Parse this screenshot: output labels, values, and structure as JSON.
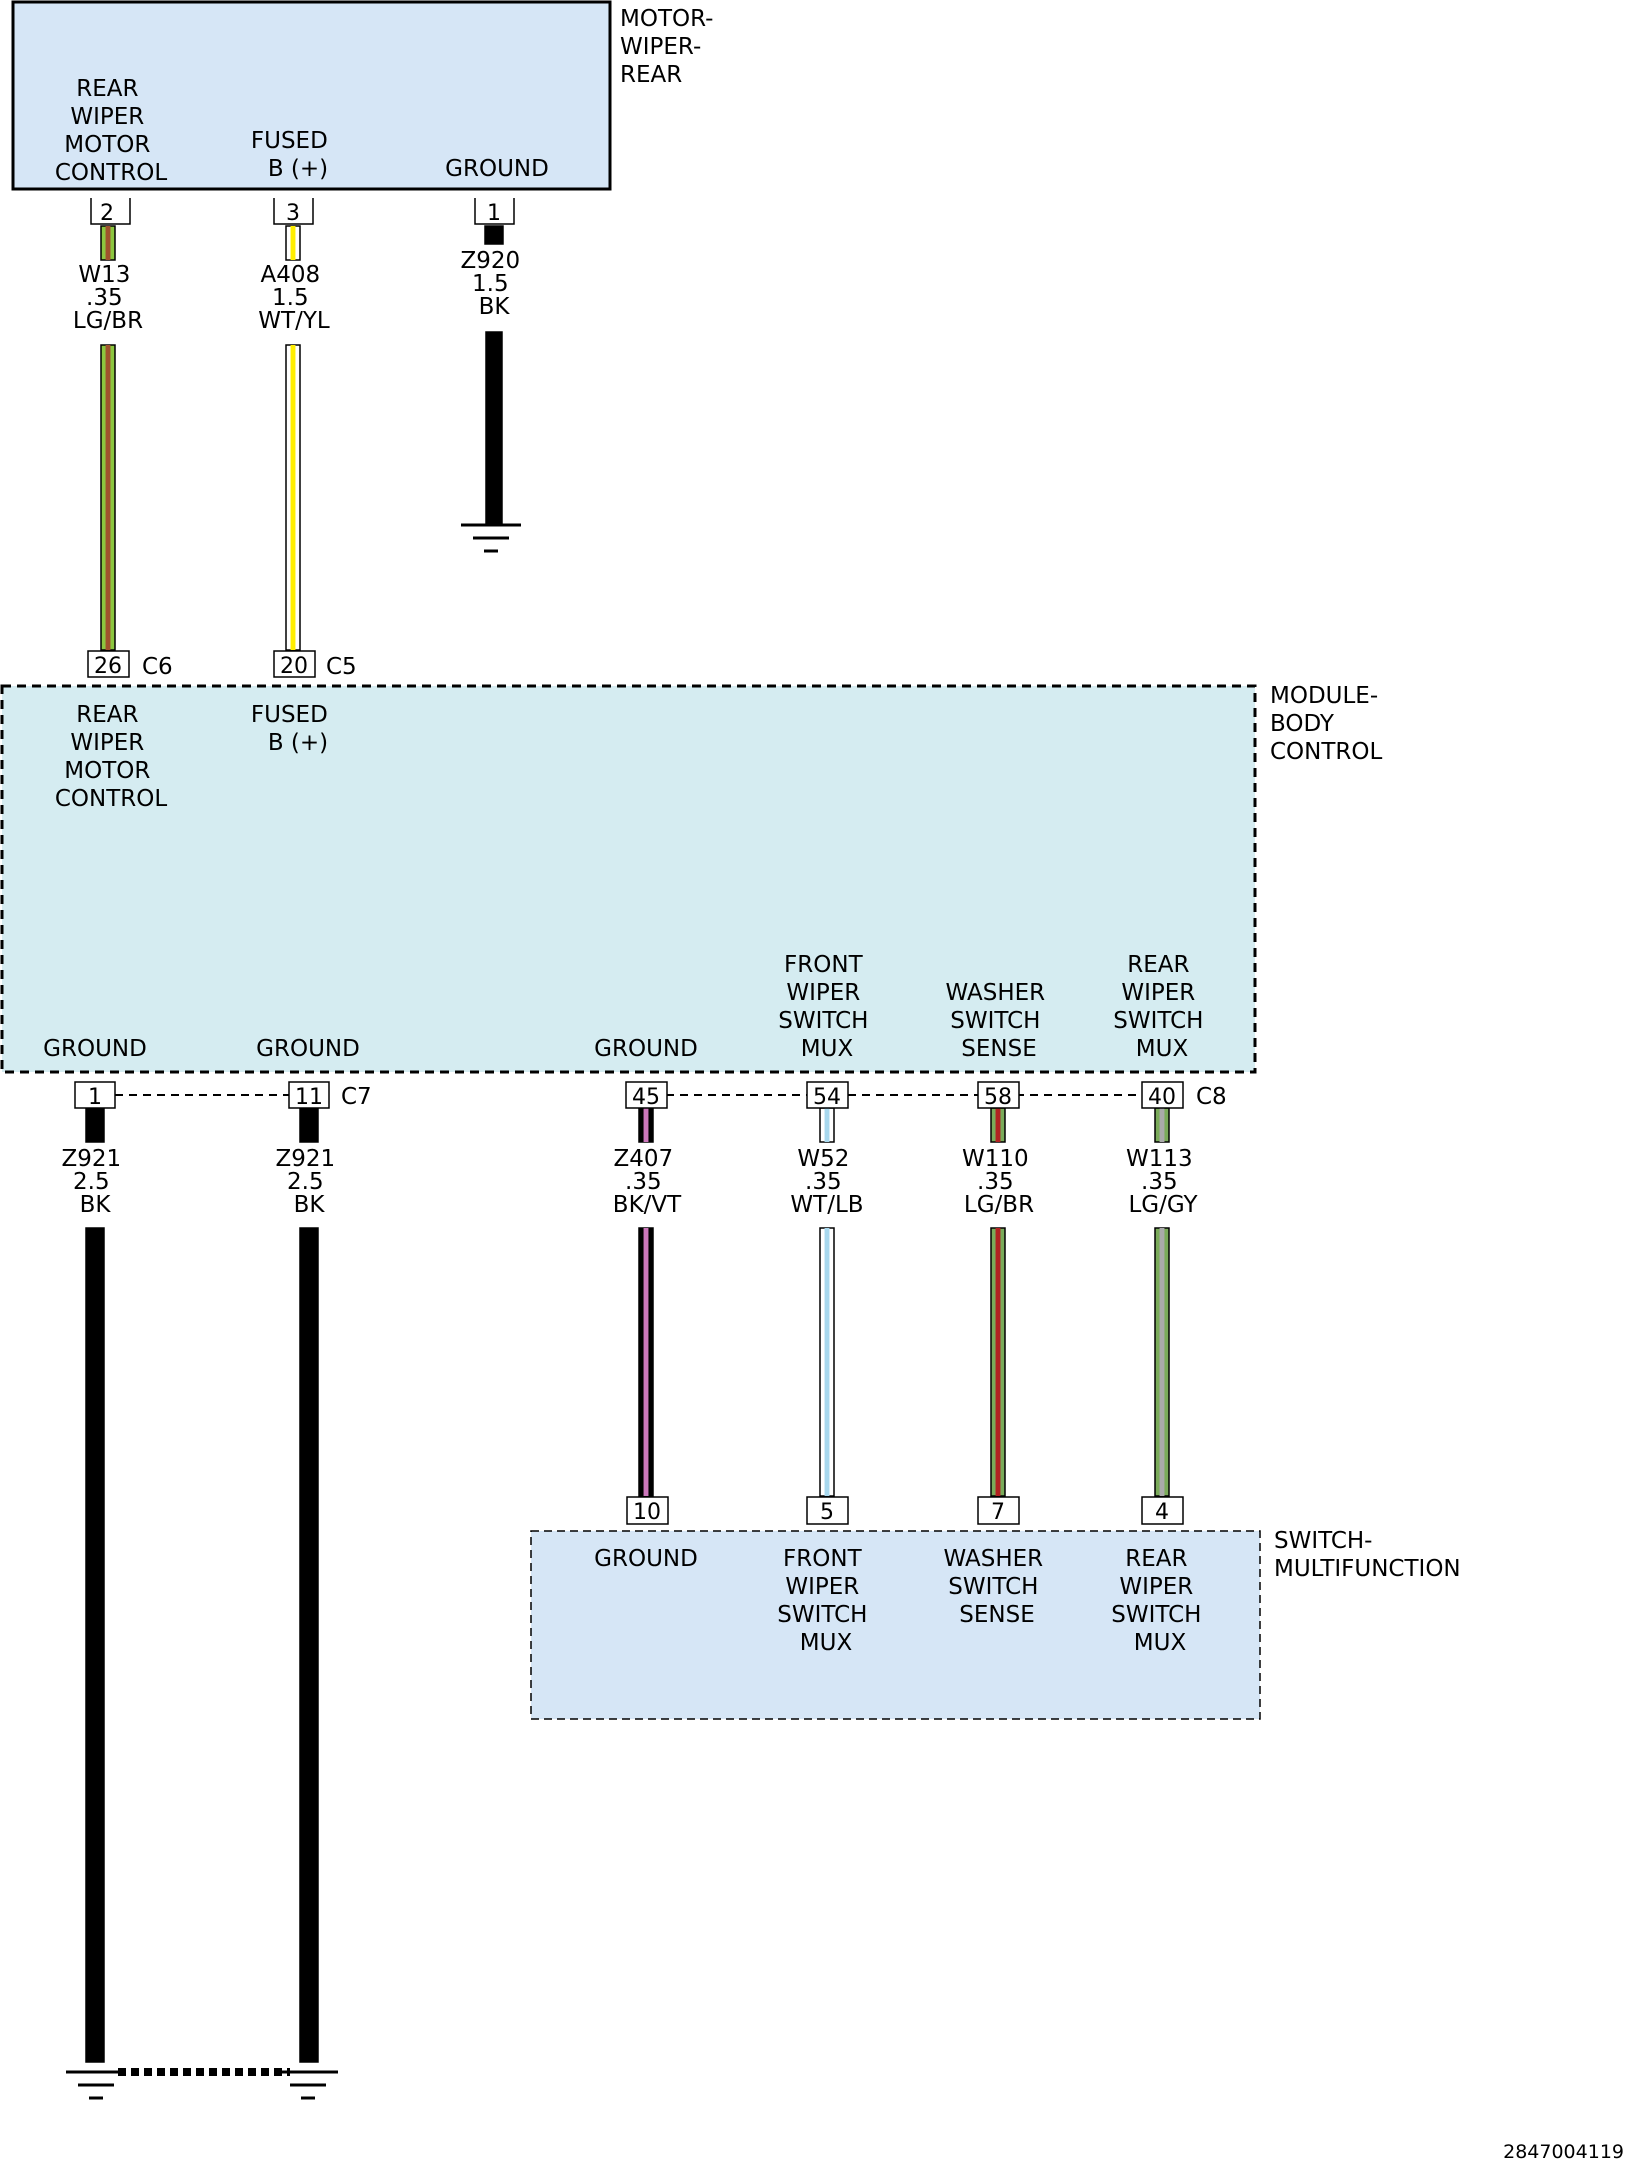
{
  "components": {
    "motor": {
      "name_lines": [
        "MOTOR-",
        "WIPER-",
        "REAR"
      ],
      "pins": [
        {
          "label_lines": [
            "REAR",
            "WIPER",
            "MOTOR",
            "CONTROL"
          ],
          "pin": "2"
        },
        {
          "label_lines": [
            "FUSED",
            "B (+)"
          ],
          "pin": "3"
        },
        {
          "label_lines": [
            "GROUND"
          ],
          "pin": "1"
        }
      ]
    },
    "bcm": {
      "name_lines": [
        "MODULE-",
        "BODY",
        "CONTROL"
      ],
      "top_pins": [
        {
          "label_lines": [
            "REAR",
            "WIPER",
            "MOTOR",
            "CONTROL"
          ],
          "pin": "26",
          "connector": "C6"
        },
        {
          "label_lines": [
            "FUSED",
            "B (+)"
          ],
          "pin": "20",
          "connector": "C5"
        }
      ],
      "bottom_pins": [
        {
          "label_lines": [
            "GROUND"
          ],
          "pin": "1"
        },
        {
          "label_lines": [
            "GROUND"
          ],
          "pin": "11"
        },
        {
          "label_lines": [
            "GROUND"
          ],
          "pin": "45"
        },
        {
          "label_lines": [
            "FRONT",
            "WIPER",
            "SWITCH",
            "MUX"
          ],
          "pin": "54"
        },
        {
          "label_lines": [
            "WASHER",
            "SWITCH",
            "SENSE"
          ],
          "pin": "58"
        },
        {
          "label_lines": [
            "REAR",
            "WIPER",
            "SWITCH",
            "MUX"
          ],
          "pin": "40"
        }
      ],
      "connector_c7": "C7",
      "connector_c8": "C8"
    },
    "switch": {
      "name_lines": [
        "SWITCH-",
        "MULTIFUNCTION"
      ],
      "pins": [
        {
          "label_lines": [
            "GROUND"
          ],
          "pin": "10"
        },
        {
          "label_lines": [
            "FRONT",
            "WIPER",
            "SWITCH",
            "MUX"
          ],
          "pin": "5"
        },
        {
          "label_lines": [
            "WASHER",
            "SWITCH",
            "SENSE"
          ],
          "pin": "7"
        },
        {
          "label_lines": [
            "REAR",
            "WIPER",
            "SWITCH",
            "MUX"
          ],
          "pin": "4"
        }
      ]
    }
  },
  "wires": [
    {
      "circuit": "W13",
      "gauge": ".35",
      "color": "LG/BR",
      "base": "#8cc63f",
      "stripe": "#a0522d"
    },
    {
      "circuit": "A408",
      "gauge": "1.5",
      "color": "WT/YL",
      "base": "#ffffff",
      "stripe": "#ffee00"
    },
    {
      "circuit": "Z920",
      "gauge": "1.5",
      "color": "BK",
      "base": "#000000",
      "stripe": ""
    },
    {
      "circuit": "Z921",
      "gauge": "2.5",
      "color": "BK",
      "base": "#000000",
      "stripe": ""
    },
    {
      "circuit": "Z921",
      "gauge": "2.5",
      "color": "BK",
      "base": "#000000",
      "stripe": ""
    },
    {
      "circuit": "Z407",
      "gauge": ".35",
      "color": "BK/VT",
      "base": "#000000",
      "stripe": "#cc77bb"
    },
    {
      "circuit": "W52",
      "gauge": ".35",
      "color": "WT/LB",
      "base": "#ffffff",
      "stripe": "#a8d8ee"
    },
    {
      "circuit": "W110",
      "gauge": ".35",
      "color": "LG/BR",
      "base": "#7aab5a",
      "stripe": "#b22222"
    },
    {
      "circuit": "W113",
      "gauge": ".35",
      "color": "LG/GY",
      "base": "#7aab5a",
      "stripe": "#aaaaaa"
    }
  ],
  "footer_code": "2847004119"
}
